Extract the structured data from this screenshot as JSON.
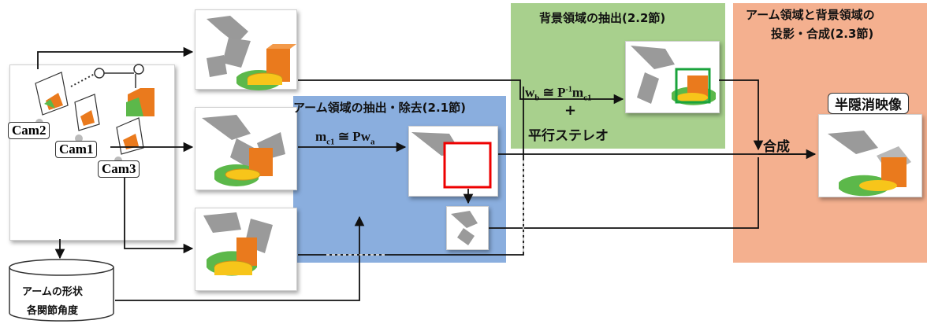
{
  "regions": {
    "extraction_title": "アーム領域の抽出・除去(2.1節)",
    "background_title": "背景領域の抽出(2.2節)",
    "composite_title_line1": "アーム領域と背景領域の",
    "composite_title_line2": "投影・合成(2.3節)"
  },
  "cameras": [
    "Cam2",
    "Cam1",
    "Cam3"
  ],
  "formulas": {
    "projection": "m_c1 ≅ Pw_a",
    "projection_lhs": "m",
    "projection_lhs_sub": "c1",
    "projection_rhs": " ≅ Pw",
    "projection_rhs_sub": "a",
    "back_projection_w": "w",
    "back_projection_w_sub": "b",
    "back_projection_mid": " ≅ P",
    "back_projection_sup": "-1",
    "back_projection_m": "m",
    "back_projection_m_sub": "c1",
    "plus": "+",
    "stereo": "平行ステレオ"
  },
  "database": {
    "line1": "アームの形状",
    "line2": "各関節角度"
  },
  "compose_label": "合成",
  "result_label": "半隠消映像",
  "colors": {
    "extraction_bg": "#8aaede",
    "background_bg": "#a8d08d",
    "composite_bg": "#f4b08f",
    "roi_red": "#ee0000",
    "roi_green": "#1aa33c",
    "arm_gray": "#9a9a9a",
    "box_orange": "#ea7a1d",
    "cyl_yellow": "#f7c51a",
    "cone_green": "#5cb84a"
  }
}
